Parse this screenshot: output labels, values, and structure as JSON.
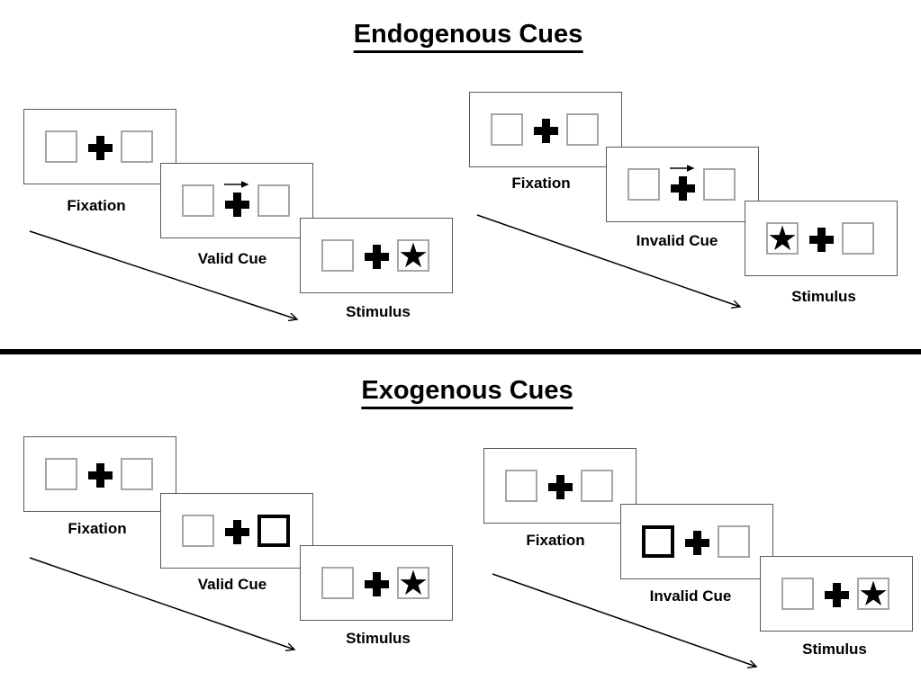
{
  "endogenous": {
    "title": "Endogenous Cues",
    "valid": {
      "fixation_label": "Fixation",
      "cue_label": "Valid Cue",
      "stimulus_label": "Stimulus",
      "cue_type": "central arrow pointing right above fixation cross",
      "stimulus_location": "right box"
    },
    "invalid": {
      "fixation_label": "Fixation",
      "cue_label": "Invalid Cue",
      "stimulus_label": "Stimulus",
      "cue_type": "central arrow pointing right above fixation cross",
      "stimulus_location": "left box"
    }
  },
  "exogenous": {
    "title": "Exogenous Cues",
    "valid": {
      "fixation_label": "Fixation",
      "cue_label": "Valid Cue",
      "stimulus_label": "Stimulus",
      "cue_type": "right box outlined bold",
      "stimulus_location": "right box"
    },
    "invalid": {
      "fixation_label": "Fixation",
      "cue_label": "Invalid Cue",
      "stimulus_label": "Stimulus",
      "cue_type": "left box outlined bold",
      "stimulus_location": "right box"
    }
  },
  "glyphs": {
    "star": "★",
    "fixation_cross": "+",
    "cue_arrow": "→"
  },
  "colors": {
    "background": "#ffffff",
    "panel_border": "#595959",
    "box_border": "#a6a6a6",
    "highlight_border": "#000000",
    "text": "#000000",
    "divider": "#000000"
  }
}
